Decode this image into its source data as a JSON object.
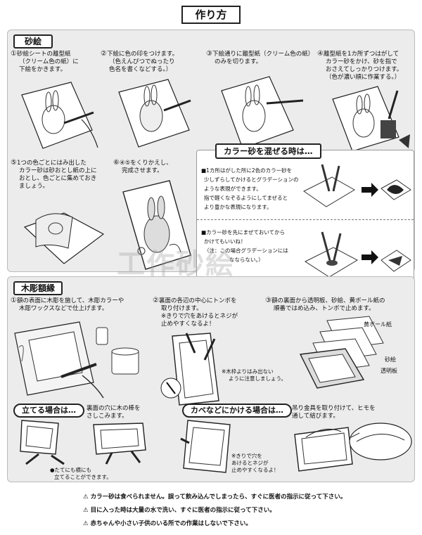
{
  "page_title": "作り方",
  "sand": {
    "label": "砂絵",
    "steps": [
      {
        "num": "①",
        "lines": [
          "砂絵シートの離型紙",
          "（クリーム色の紙）に",
          "下絵をかきます。"
        ]
      },
      {
        "num": "②",
        "lines": [
          "下絵に色の印をつけます。",
          "（色えんぴつでぬったり",
          "色名を書くなどする。）"
        ]
      },
      {
        "num": "③",
        "lines": [
          "下絵通りに離型紙（クリーム色の紙）",
          "のみを切ります。"
        ]
      },
      {
        "num": "④",
        "lines": [
          "離型紙を1カ所ずつはがして",
          "カラー砂をかけ、砂を指で",
          "おさえてしっかりつけます。",
          "（色が濃い順に作業する。）"
        ]
      },
      {
        "num": "⑤",
        "lines": [
          "1つの色ごとにはみ出した",
          "カラー砂は砂おとし紙の上に",
          "おとし、色ごとに集めておき",
          "ましょう。"
        ]
      },
      {
        "num": "⑥",
        "lines": [
          "④⑤をくりかえし、",
          "完成させます。"
        ]
      }
    ],
    "mix": {
      "title": "カラー砂を混ぜる時は…",
      "text1": [
        "■1カ所はがした所に2色のカラー砂を",
        "少しずらしてかけるとグラデーションの",
        "ような表現ができます。",
        "指で軽くなぞるようにしてまぜると",
        "より豊かな表現になります。"
      ],
      "text2": [
        "■カラー砂を先にまぜておいてから",
        "かけてもいいね！",
        "（注：この場合グラデーションには",
        "なならない。）"
      ]
    }
  },
  "frame": {
    "label": "木彫額縁",
    "steps": [
      {
        "num": "①",
        "lines": [
          "額の表面に木彫を施して、木彫カラーや",
          "木彫ワックスなどで仕上げます。"
        ]
      },
      {
        "num": "②",
        "lines": [
          "裏面の各辺の中心にトンボを",
          "取り付けます。",
          "※きりで穴をあけるとネジが",
          "止めやすくなるよ！"
        ]
      },
      {
        "num": "③",
        "lines": [
          "額の裏面から透明板、砂絵、黄ボール紙の",
          "順番ではめ込み、トンボで止めます。"
        ]
      }
    ],
    "note_wood": [
      "※木枠よりはみ出ない",
      "ように注意しましょう。"
    ],
    "labels": {
      "board": "黄ボール紙",
      "sand": "砂絵",
      "clear": "透明板"
    },
    "standing": {
      "title": "立てる場合は…",
      "lines": [
        "裏面の穴に木の棒を",
        "さしこみます。"
      ],
      "note": [
        "●たてにも横にも",
        "立てることができます。"
      ]
    },
    "hanging": {
      "title": "カベなどにかける場合は…",
      "lines": [
        "吊り金具を取り付けて、ヒモを",
        "通して結びます。"
      ],
      "note": [
        "※きりで穴を",
        "あけるとネジが",
        "止めやすくなるよ！"
      ]
    }
  },
  "warnings": [
    "カラー砂は食べられません。誤って飲み込んでしまったら、すぐに医者の指示に従って下さい。",
    "目に入った時は大量の水で洗い、すぐに医者の指示に従って下さい。",
    "赤ちゃんや小さい子供のいる所での作業はしないで下さい。"
  ],
  "watermark": "工作砂絵"
}
